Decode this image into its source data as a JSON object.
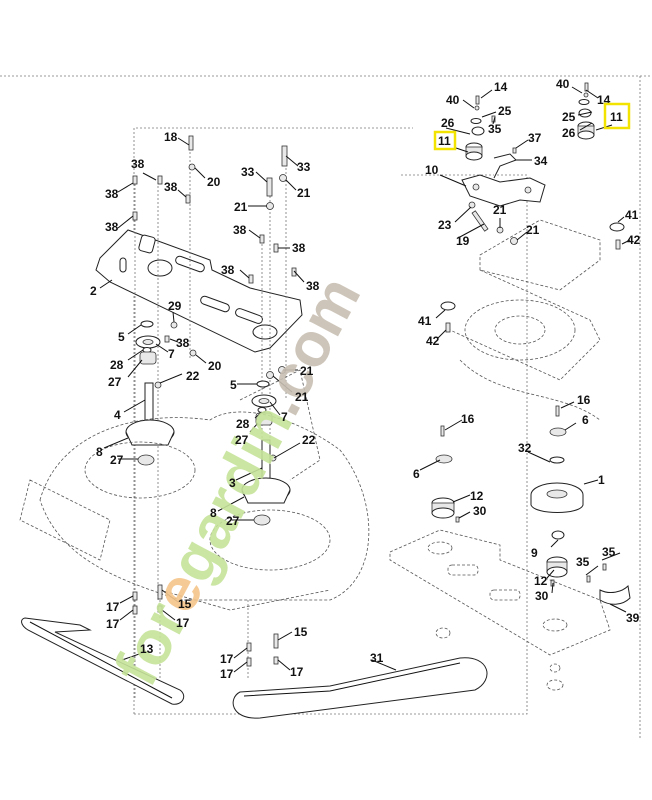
{
  "diagram": {
    "title": "Mower deck drive parts diagram",
    "highlight_color": "#f2e300",
    "watermark": {
      "parts": [
        {
          "text": "for",
          "color": "#c6e39a"
        },
        {
          "text": "e",
          "color": "#f5c58a"
        },
        {
          "text": "gardin",
          "color": "#c6e39a"
        },
        {
          "text": ".com",
          "color": "#c8bfb2"
        }
      ]
    },
    "labels": [
      {
        "id": "l18a",
        "text": "18"
      },
      {
        "id": "l38a",
        "text": "38"
      },
      {
        "id": "l38b",
        "text": "38"
      },
      {
        "id": "l38c",
        "text": "38"
      },
      {
        "id": "l38d",
        "text": "38"
      },
      {
        "id": "l20a",
        "text": "20"
      },
      {
        "id": "l33a",
        "text": "33"
      },
      {
        "id": "l33b",
        "text": "33"
      },
      {
        "id": "l21a",
        "text": "21"
      },
      {
        "id": "l21b",
        "text": "21"
      },
      {
        "id": "l38e",
        "text": "38"
      },
      {
        "id": "l38f",
        "text": "38"
      },
      {
        "id": "l38g",
        "text": "38"
      },
      {
        "id": "l38h",
        "text": "38"
      },
      {
        "id": "l2",
        "text": "2"
      },
      {
        "id": "l29",
        "text": "29"
      },
      {
        "id": "l5a",
        "text": "5"
      },
      {
        "id": "l38i",
        "text": "38"
      },
      {
        "id": "l7a",
        "text": "7"
      },
      {
        "id": "l28a",
        "text": "28"
      },
      {
        "id": "l20b",
        "text": "20"
      },
      {
        "id": "l27a",
        "text": "27"
      },
      {
        "id": "l22a",
        "text": "22"
      },
      {
        "id": "l4",
        "text": "4"
      },
      {
        "id": "l8a",
        "text": "8"
      },
      {
        "id": "l27b",
        "text": "27"
      },
      {
        "id": "l21c",
        "text": "21"
      },
      {
        "id": "l5b",
        "text": "5"
      },
      {
        "id": "l21d",
        "text": "21"
      },
      {
        "id": "l7b",
        "text": "7"
      },
      {
        "id": "l28b",
        "text": "28"
      },
      {
        "id": "l27c",
        "text": "27"
      },
      {
        "id": "l22b",
        "text": "22"
      },
      {
        "id": "l3",
        "text": "3"
      },
      {
        "id": "l8b",
        "text": "8"
      },
      {
        "id": "l27d",
        "text": "27"
      },
      {
        "id": "l17a",
        "text": "17"
      },
      {
        "id": "l17b",
        "text": "17"
      },
      {
        "id": "l15a",
        "text": "15"
      },
      {
        "id": "l17c",
        "text": "17"
      },
      {
        "id": "l13",
        "text": "13"
      },
      {
        "id": "l15b",
        "text": "15"
      },
      {
        "id": "l17d",
        "text": "17"
      },
      {
        "id": "l17e",
        "text": "17"
      },
      {
        "id": "l17f",
        "text": "17"
      },
      {
        "id": "l31",
        "text": "31"
      },
      {
        "id": "l14a",
        "text": "14"
      },
      {
        "id": "l40a",
        "text": "40"
      },
      {
        "id": "l25a",
        "text": "25"
      },
      {
        "id": "l26a",
        "text": "26"
      },
      {
        "id": "l35a",
        "text": "35"
      },
      {
        "id": "l11a",
        "text": "11"
      },
      {
        "id": "l37",
        "text": "37"
      },
      {
        "id": "l34",
        "text": "34"
      },
      {
        "id": "l10",
        "text": "10"
      },
      {
        "id": "l23",
        "text": "23"
      },
      {
        "id": "l19",
        "text": "19"
      },
      {
        "id": "l21e",
        "text": "21"
      },
      {
        "id": "l21f",
        "text": "21"
      },
      {
        "id": "l40b",
        "text": "40"
      },
      {
        "id": "l14b",
        "text": "14"
      },
      {
        "id": "l25b",
        "text": "25"
      },
      {
        "id": "l26b",
        "text": "26"
      },
      {
        "id": "l11b",
        "text": "11"
      },
      {
        "id": "l41a",
        "text": "41"
      },
      {
        "id": "l42a",
        "text": "42"
      },
      {
        "id": "l41b",
        "text": "41"
      },
      {
        "id": "l42b",
        "text": "42"
      },
      {
        "id": "l16a",
        "text": "16"
      },
      {
        "id": "l6a",
        "text": "6"
      },
      {
        "id": "l16b",
        "text": "16"
      },
      {
        "id": "l6b",
        "text": "6"
      },
      {
        "id": "l32",
        "text": "32"
      },
      {
        "id": "l1",
        "text": "1"
      },
      {
        "id": "l12a",
        "text": "12"
      },
      {
        "id": "l30a",
        "text": "30"
      },
      {
        "id": "l9",
        "text": "9"
      },
      {
        "id": "l35b",
        "text": "35"
      },
      {
        "id": "l35c",
        "text": "35"
      },
      {
        "id": "l12b",
        "text": "12"
      },
      {
        "id": "l30b",
        "text": "30"
      },
      {
        "id": "l39",
        "text": "39"
      }
    ]
  }
}
